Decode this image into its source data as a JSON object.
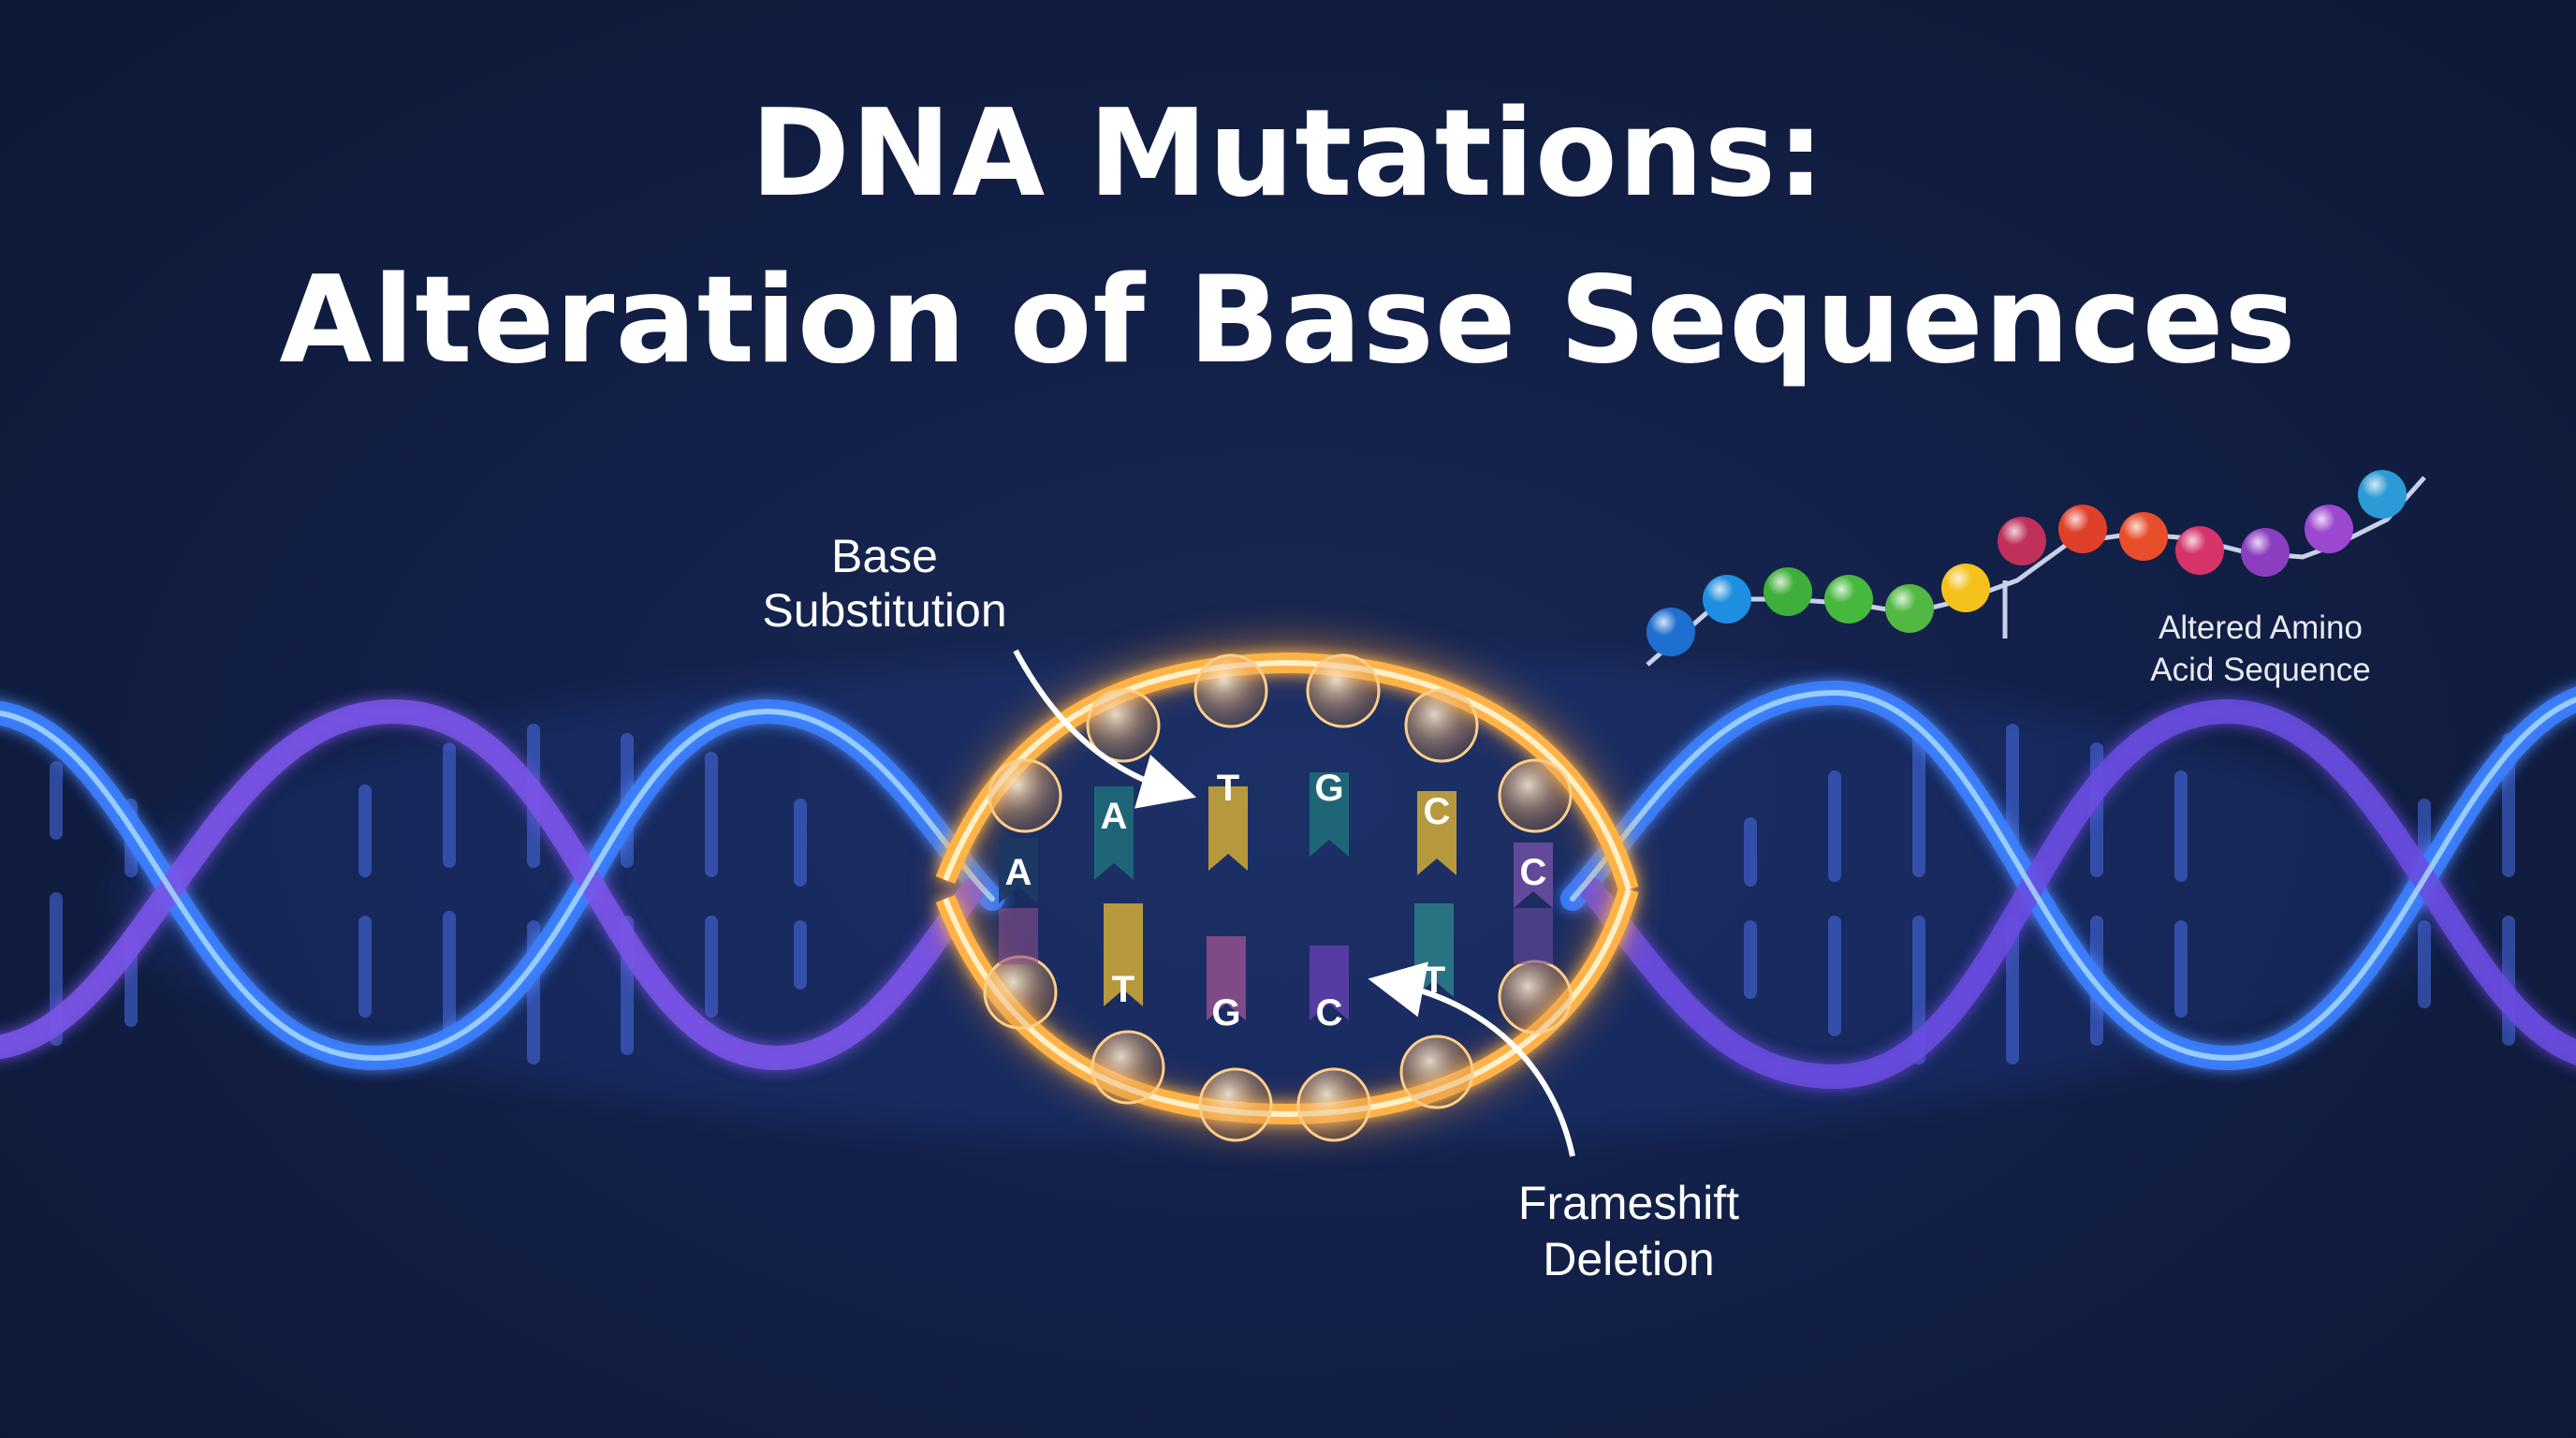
{
  "title": {
    "line1": "DNA Mutations:",
    "line2": "Alteration of Base Sequences"
  },
  "labels": {
    "base_substitution_line1": "Base",
    "base_substitution_line2": "Substitution",
    "frameshift_line1": "Frameshift",
    "frameshift_line2": "Deletion",
    "amino_line1": "Altered Amino",
    "amino_line2": "Acid Sequence"
  },
  "top_bases": [
    {
      "letter": "A",
      "color": "#1d3a63"
    },
    {
      "letter": "A",
      "color": "#1f6b7a"
    },
    {
      "letter": "T",
      "color": "#c8a537"
    },
    {
      "letter": "G",
      "color": "#1f6b7a"
    },
    {
      "letter": "C",
      "color": "#c8a537"
    },
    {
      "letter": "C",
      "color": "#6a4ca0"
    }
  ],
  "bottom_bases": [
    {
      "letter": "T",
      "color": "#c8a537"
    },
    {
      "letter": "G",
      "color": "#8b4f8a"
    },
    {
      "letter": "C",
      "color": "#5b3ea8"
    },
    {
      "letter": "T",
      "color": "#2b7b86"
    }
  ],
  "amino_beads": [
    "#1e6fd0",
    "#1e8fe0",
    "#3fae3a",
    "#46b83e",
    "#52b843",
    "#f4c21a",
    "#c0305a",
    "#e0402a",
    "#e94e2a",
    "#d6336a",
    "#8b3fc0",
    "#9c47d0",
    "#2b9ad6"
  ],
  "colors": {
    "background": "#13214a",
    "helix_blue": "#3a7dff",
    "helix_purple": "#7a55e8",
    "highlight_orange": "#ffae3a"
  }
}
